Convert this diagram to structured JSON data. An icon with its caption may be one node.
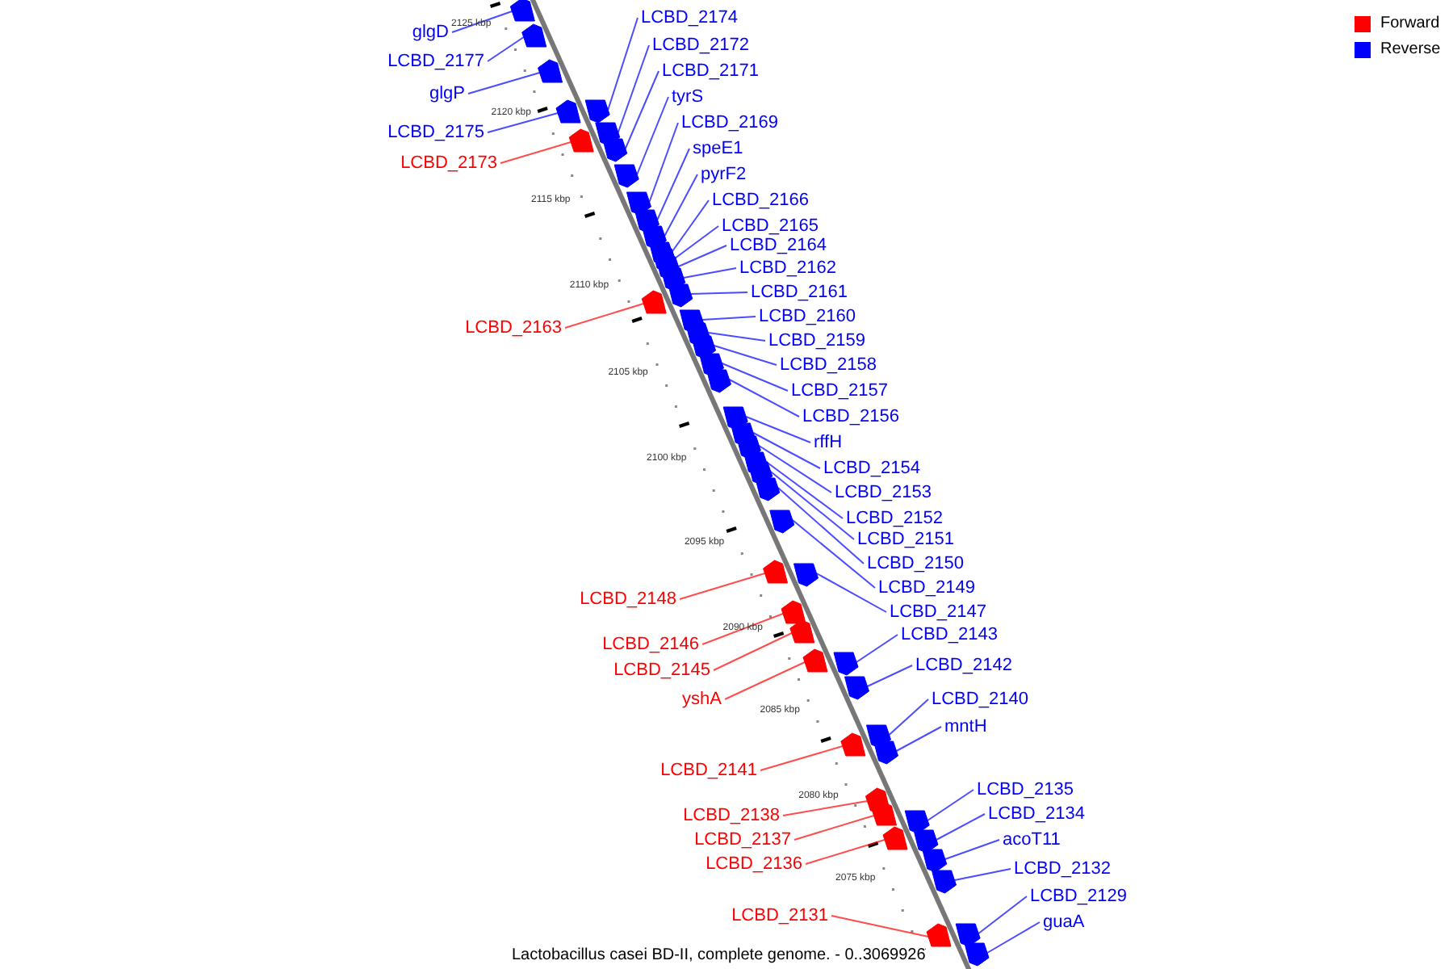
{
  "diagram": {
    "caption": "Lactobacillus casei BD-II, complete genome. - 0..3069926",
    "nodes": [
      {
        "text": [
          "LCBD_2174"
        ]
      },
      {
        "text": [
          "glgD"
        ]
      },
      {
        "text": [
          "LCBD_2172"
        ]
      },
      {
        "text": [
          "LCBD_2177"
        ]
      },
      {
        "text": [
          "LCBD_2171"
        ]
      },
      {
        "text": [
          "glgP"
        ]
      },
      {
        "text": [
          "tyrS"
        ]
      },
      {
        "text": [
          "LCBD_2169"
        ]
      },
      {
        "text": [
          "LCBD_2175"
        ]
      },
      {
        "text": [
          "speE1"
        ]
      },
      {
        "text": [
          "LCBD_2173"
        ]
      },
      {
        "text": [
          "pyrF2"
        ]
      },
      {
        "text": [
          "LCBD_2166"
        ]
      },
      {
        "text": [
          "LCBD_2165"
        ]
      },
      {
        "text": [
          "LCBD_2164"
        ]
      },
      {
        "text": [
          "LCBD_2162"
        ]
      },
      {
        "text": [
          "LCBD_2161"
        ]
      },
      {
        "text": [
          "LCBD_2160"
        ]
      },
      {
        "text": [
          "LCBD_2163"
        ]
      },
      {
        "text": [
          "LCBD_2159"
        ]
      },
      {
        "text": [
          "LCBD_2158"
        ]
      },
      {
        "text": [
          "LCBD_2157"
        ]
      },
      {
        "text": [
          "LCBD_2156"
        ]
      },
      {
        "text": [
          "rffH"
        ]
      },
      {
        "text": [
          "LCBD_2154"
        ]
      },
      {
        "text": [
          "LCBD_2153"
        ]
      },
      {
        "text": [
          "LCBD_2152"
        ]
      },
      {
        "text": [
          "LCBD_2151"
        ]
      },
      {
        "text": [
          "LCBD_2150"
        ]
      },
      {
        "text": [
          "LCBD_2149"
        ]
      },
      {
        "text": [
          "LCBD_2148"
        ]
      },
      {
        "text": [
          "LCBD_2147"
        ]
      },
      {
        "text": [
          "LCBD_2143"
        ]
      },
      {
        "text": [
          "LCBD_2146"
        ]
      },
      {
        "text": [
          "LCBD_2142"
        ]
      },
      {
        "text": [
          "LCBD_2145"
        ]
      },
      {
        "text": [
          "LCBD_2140"
        ]
      },
      {
        "text": [
          "yshA"
        ]
      },
      {
        "text": [
          "mntH"
        ]
      },
      {
        "text": [
          "LCBD_2141"
        ]
      },
      {
        "text": [
          "LCBD_2135"
        ]
      },
      {
        "text": [
          "LCBD_2138"
        ]
      },
      {
        "text": [
          "LCBD_2134"
        ]
      },
      {
        "text": [
          "LCBD_2137"
        ]
      },
      {
        "text": [
          "acoT11"
        ]
      },
      {
        "text": [
          "LCBD_2136"
        ]
      },
      {
        "text": [
          "LCBD_2132"
        ]
      },
      {
        "text": [
          "LCBD_2129"
        ]
      },
      {
        "text": [
          "LCBD_2131"
        ]
      },
      {
        "text": [
          "guaA"
        ]
      },
      {
        "text": [],
        "shape": "box"
      },
      {
        "text": [],
        "shape": "box"
      },
      {
        "text": [],
        "shape": "box"
      },
      {
        "text": [],
        "shape": "box"
      },
      {
        "text": [],
        "shape": "box"
      },
      {
        "text": [],
        "shape": "box"
      },
      {
        "text": [],
        "shape": "box"
      },
      {
        "text": [],
        "shape": "box"
      },
      {
        "text": [],
        "shape": "box"
      },
      {
        "text": [],
        "shape": "box"
      },
      {
        "text": [],
        "shape": "box"
      },
      {
        "text": [],
        "shape": "box"
      },
      {
        "text": [],
        "shape": "box"
      },
      {
        "text": [],
        "shape": "box"
      },
      {
        "text": [],
        "shape": "box"
      },
      {
        "text": [],
        "shape": "box"
      },
      {
        "text": [],
        "shape": "box"
      },
      {
        "text": [],
        "shape": "box"
      },
      {
        "text": [],
        "shape": "box"
      },
      {
        "text": [],
        "shape": "box"
      },
      {
        "text": [],
        "shape": "box"
      },
      {
        "text": [],
        "shape": "box"
      },
      {
        "text": [],
        "shape": "box"
      },
      {
        "text": [],
        "shape": "box"
      },
      {
        "text": [],
        "shape": "box"
      },
      {
        "text": [],
        "shape": "box"
      },
      {
        "text": [],
        "shape": "box"
      },
      {
        "text": [],
        "shape": "box"
      },
      {
        "text": [],
        "shape": "box"
      },
      {
        "text": [],
        "shape": "box"
      },
      {
        "text": [],
        "shape": "box"
      },
      {
        "text": [],
        "shape": "box"
      },
      {
        "text": [],
        "shape": "box"
      },
      {
        "text": [],
        "shape": "box"
      },
      {
        "text": [],
        "shape": "box"
      },
      {
        "text": [],
        "shape": "box"
      },
      {
        "text": [],
        "shape": "box"
      },
      {
        "text": [],
        "shape": "box"
      },
      {
        "text": [],
        "shape": "box"
      },
      {
        "text": [],
        "shape": "box"
      },
      {
        "text": [],
        "shape": "box"
      },
      {
        "text": [],
        "shape": "box"
      },
      {
        "text": [],
        "shape": "box"
      },
      {
        "text": [],
        "shape": "box"
      },
      {
        "text": [],
        "shape": "box"
      },
      {
        "text": [],
        "shape": "box"
      },
      {
        "text": [],
        "shape": "box"
      },
      {
        "text": [],
        "shape": "box"
      },
      {
        "text": [],
        "shape": "box"
      },
      {
        "text": [],
        "shape": "box"
      }
    ],
    "edges": [
      {
        "from": 0,
        "to": 50,
        "arrow": "none"
      },
      {
        "from": 1,
        "to": 51,
        "arrow": "none"
      },
      {
        "from": 2,
        "to": 52,
        "arrow": "none"
      },
      {
        "from": 3,
        "to": 53,
        "arrow": "none"
      },
      {
        "from": 4,
        "to": 54,
        "arrow": "none"
      },
      {
        "from": 5,
        "to": 55,
        "arrow": "none"
      },
      {
        "from": 6,
        "to": 56,
        "arrow": "none"
      },
      {
        "from": 7,
        "to": 57,
        "arrow": "none"
      },
      {
        "from": 8,
        "to": 58,
        "arrow": "none"
      },
      {
        "from": 9,
        "to": 59,
        "arrow": "none"
      },
      {
        "from": 10,
        "to": 60,
        "arrow": "none",
        "color": "#ff0000"
      },
      {
        "from": 11,
        "to": 61,
        "arrow": "none"
      },
      {
        "from": 12,
        "to": 62,
        "arrow": "none"
      },
      {
        "from": 13,
        "to": 63,
        "arrow": "none"
      },
      {
        "from": 14,
        "to": 64,
        "arrow": "none"
      },
      {
        "from": 15,
        "to": 65,
        "arrow": "none"
      },
      {
        "from": 16,
        "to": 66,
        "arrow": "none"
      },
      {
        "from": 17,
        "to": 67,
        "arrow": "none"
      },
      {
        "from": 18,
        "to": 68,
        "arrow": "none",
        "color": "#ff0000"
      },
      {
        "from": 19,
        "to": 69,
        "arrow": "none"
      },
      {
        "from": 20,
        "to": 70,
        "arrow": "none"
      },
      {
        "from": 21,
        "to": 71,
        "arrow": "none"
      },
      {
        "from": 22,
        "to": 72,
        "arrow": "none"
      },
      {
        "from": 23,
        "to": 73,
        "arrow": "none"
      },
      {
        "from": 24,
        "to": 74,
        "arrow": "none"
      },
      {
        "from": 25,
        "to": 75,
        "arrow": "none"
      },
      {
        "from": 26,
        "to": 76,
        "arrow": "none"
      },
      {
        "from": 27,
        "to": 77,
        "arrow": "none"
      },
      {
        "from": 28,
        "to": 78,
        "arrow": "none"
      },
      {
        "from": 29,
        "to": 79,
        "arrow": "none"
      },
      {
        "from": 30,
        "to": 80,
        "arrow": "none",
        "color": "#ff0000"
      },
      {
        "from": 31,
        "to": 81,
        "arrow": "none"
      },
      {
        "from": 32,
        "to": 82,
        "arrow": "none"
      },
      {
        "from": 33,
        "to": 83,
        "arrow": "none",
        "color": "#ff0000"
      },
      {
        "from": 34,
        "to": 84,
        "arrow": "none"
      },
      {
        "from": 35,
        "to": 85,
        "arrow": "none",
        "color": "#ff0000"
      },
      {
        "from": 36,
        "to": 86,
        "arrow": "none"
      },
      {
        "from": 37,
        "to": 87,
        "arrow": "none",
        "color": "#ff0000"
      },
      {
        "from": 38,
        "to": 88,
        "arrow": "none"
      },
      {
        "from": 39,
        "to": 89,
        "arrow": "none",
        "color": "#ff0000"
      },
      {
        "from": 40,
        "to": 90,
        "arrow": "none"
      },
      {
        "from": 41,
        "to": 91,
        "arrow": "none",
        "color": "#ff0000"
      },
      {
        "from": 42,
        "to": 92,
        "arrow": "none"
      },
      {
        "from": 43,
        "to": 93,
        "arrow": "none",
        "color": "#ff0000"
      },
      {
        "from": 44,
        "to": 94,
        "arrow": "none"
      },
      {
        "from": 45,
        "to": 95,
        "arrow": "none",
        "color": "#ff0000"
      },
      {
        "from": 46,
        "to": 96,
        "arrow": "none"
      },
      {
        "from": 47,
        "to": 97,
        "arrow": "none"
      },
      {
        "from": 48,
        "to": 98,
        "arrow": "none",
        "color": "#ff0000"
      },
      {
        "from": 49,
        "to": 99,
        "arrow": "none"
      }
    ],
    "labels": [
      "2125 kbp",
      "2120 kbp",
      "2115 kbp",
      "2110 kbp",
      "2105 kbp",
      "2100 kbp",
      "2095 kbp",
      "2090 kbp",
      "2085 kbp",
      "2080 kbp",
      "2075 kbp"
    ],
    "legend": [
      {
        "text": "Forward",
        "color": "#ff0000"
      },
      {
        "text": "Reverse",
        "color": "#0000ff"
      }
    ]
  }
}
